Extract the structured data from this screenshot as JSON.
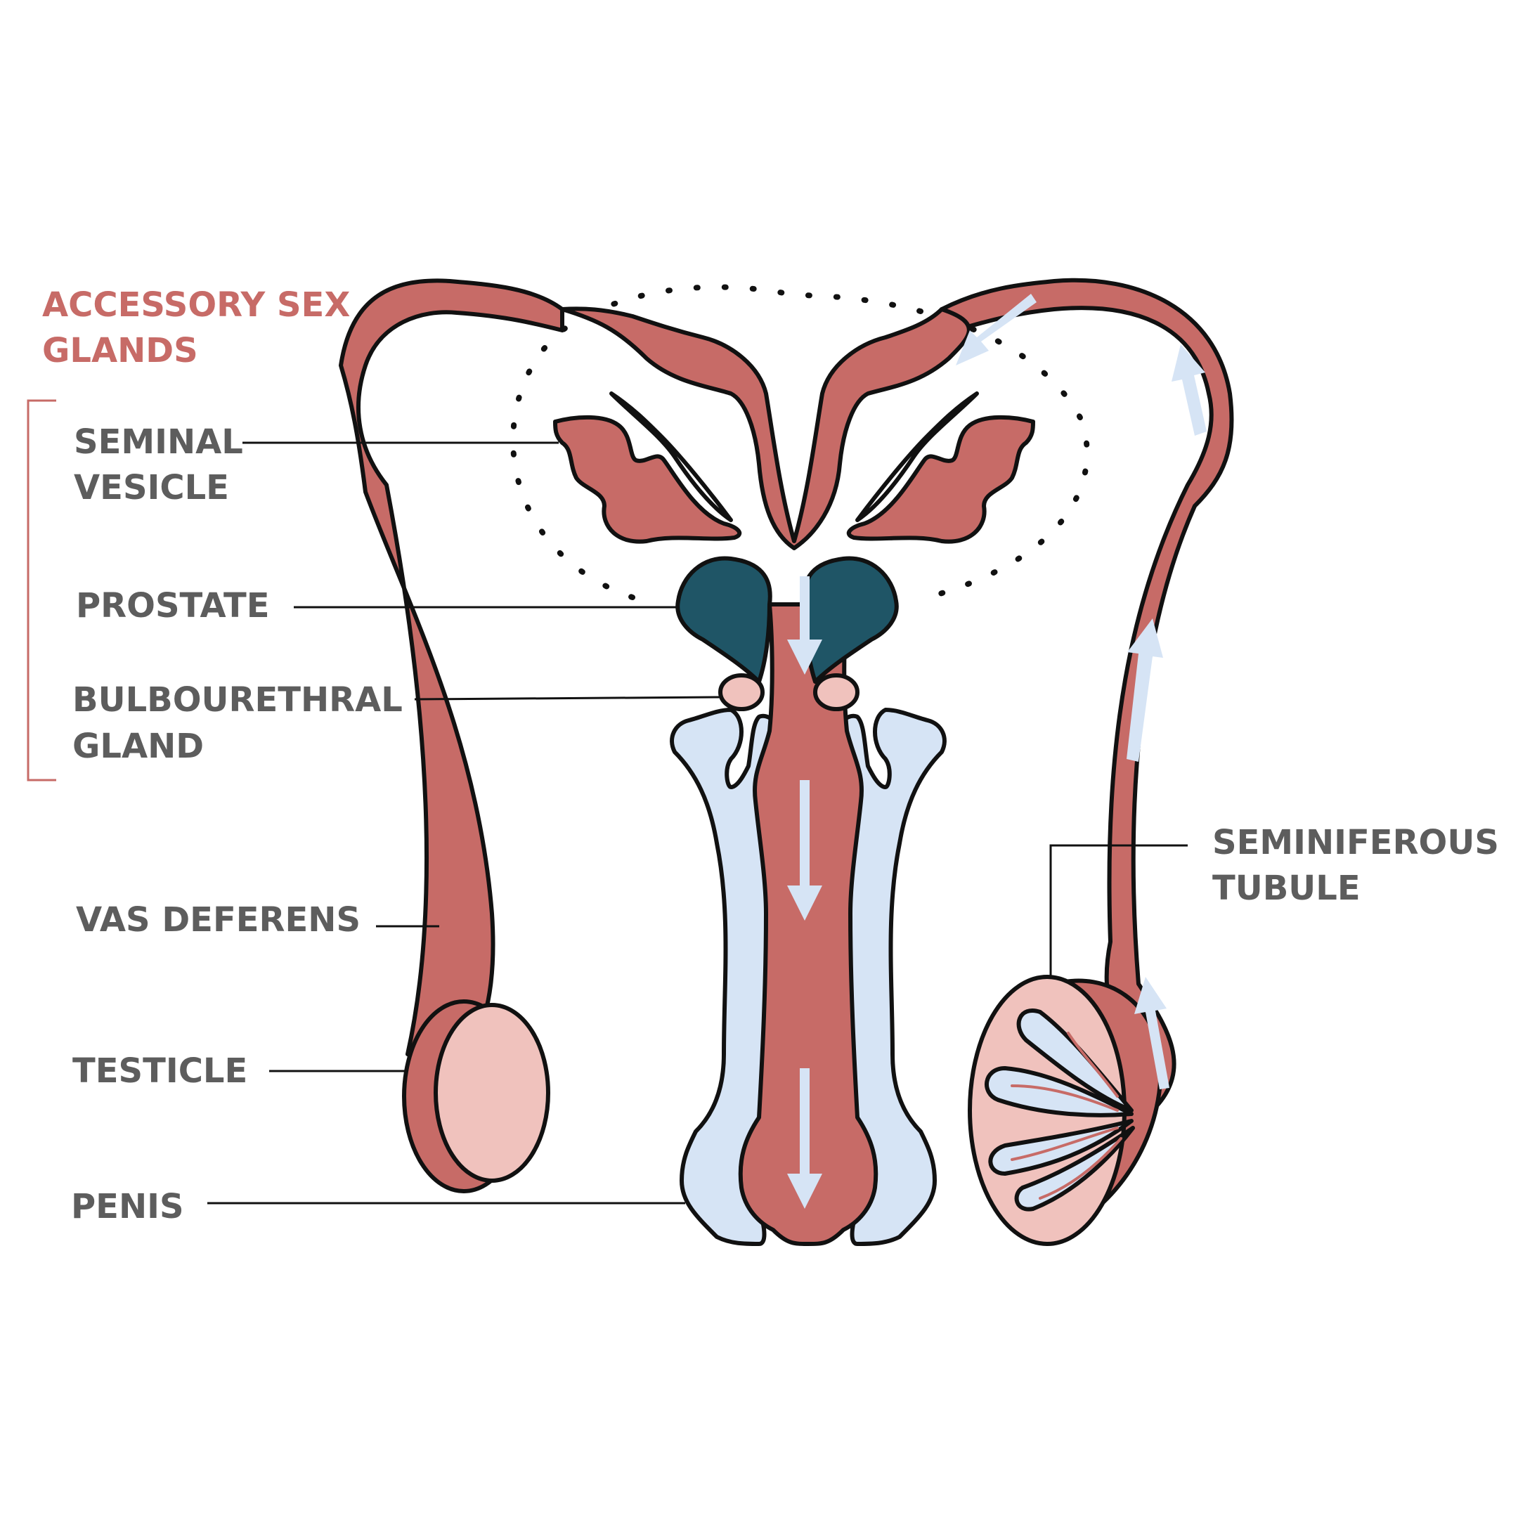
{
  "group_label": {
    "line1": "ACCESSORY SEX",
    "line2": "GLANDS"
  },
  "labels": {
    "seminal_vesicle": {
      "line1": "SEMINAL",
      "line2": "VESICLE"
    },
    "prostate": "PROSTATE",
    "bulbourethral_gland": {
      "line1": "BULBOURETHRAL",
      "line2": "GLAND"
    },
    "vas_deferens": "VAS DEFERENS",
    "testicle": "TESTICLE",
    "penis": "PENIS",
    "seminiferous_tubule": {
      "line1": "SEMINIFEROUS",
      "line2": "TUBULE"
    }
  },
  "colors": {
    "duct_red": "#c76b67",
    "testicle_pink": "#f0c2bd",
    "prostate_teal": "#1f5566",
    "penis_light_blue": "#d6e4f5",
    "arrow_light_blue": "#d6e4f5",
    "label_gray": "#5d5d5d",
    "accent_text": "#c76b67",
    "outline": "#111111"
  }
}
